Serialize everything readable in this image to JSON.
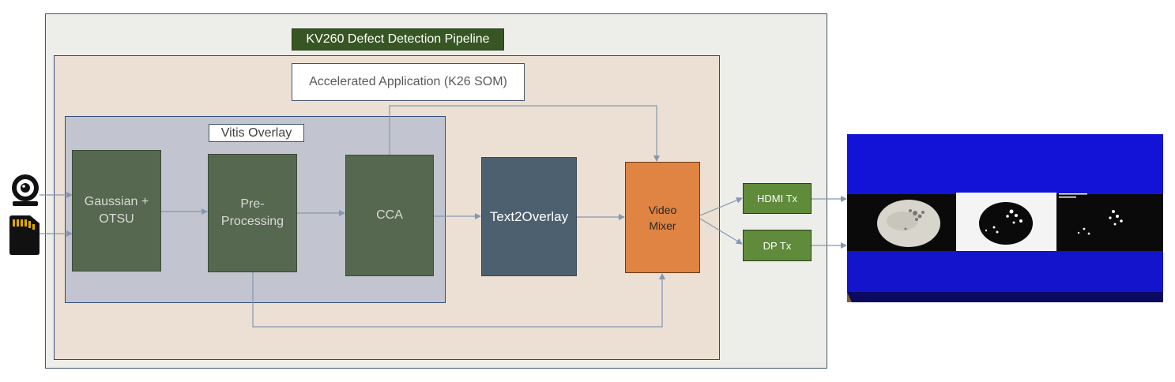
{
  "title": "KV260 Defect Detection Pipeline",
  "app_label": "Accelerated Application  (K26 SOM)",
  "overlay_label": "Vitis Overlay",
  "blocks": {
    "gaussian_line1": "Gaussian +",
    "gaussian_line2": "OTSU",
    "pre_line1": "Pre-",
    "pre_line2": "Processing",
    "cca": "CCA",
    "text2overlay": "Text2Overlay",
    "mixer_line1": "Video",
    "mixer_line2": "Mixer"
  },
  "outputs": {
    "hdmi": "HDMI Tx",
    "dp": "DP Tx"
  },
  "inputs": {
    "camera": "webcam-icon",
    "sdcard": "sd-card-icon"
  },
  "colors": {
    "title_bg": "#375623",
    "process_block": "#56684f",
    "text2overlay_block": "#4c6070",
    "mixer_block": "#df8443",
    "tx_block": "#5f8b3a",
    "screen_blue": "#1313d8"
  }
}
